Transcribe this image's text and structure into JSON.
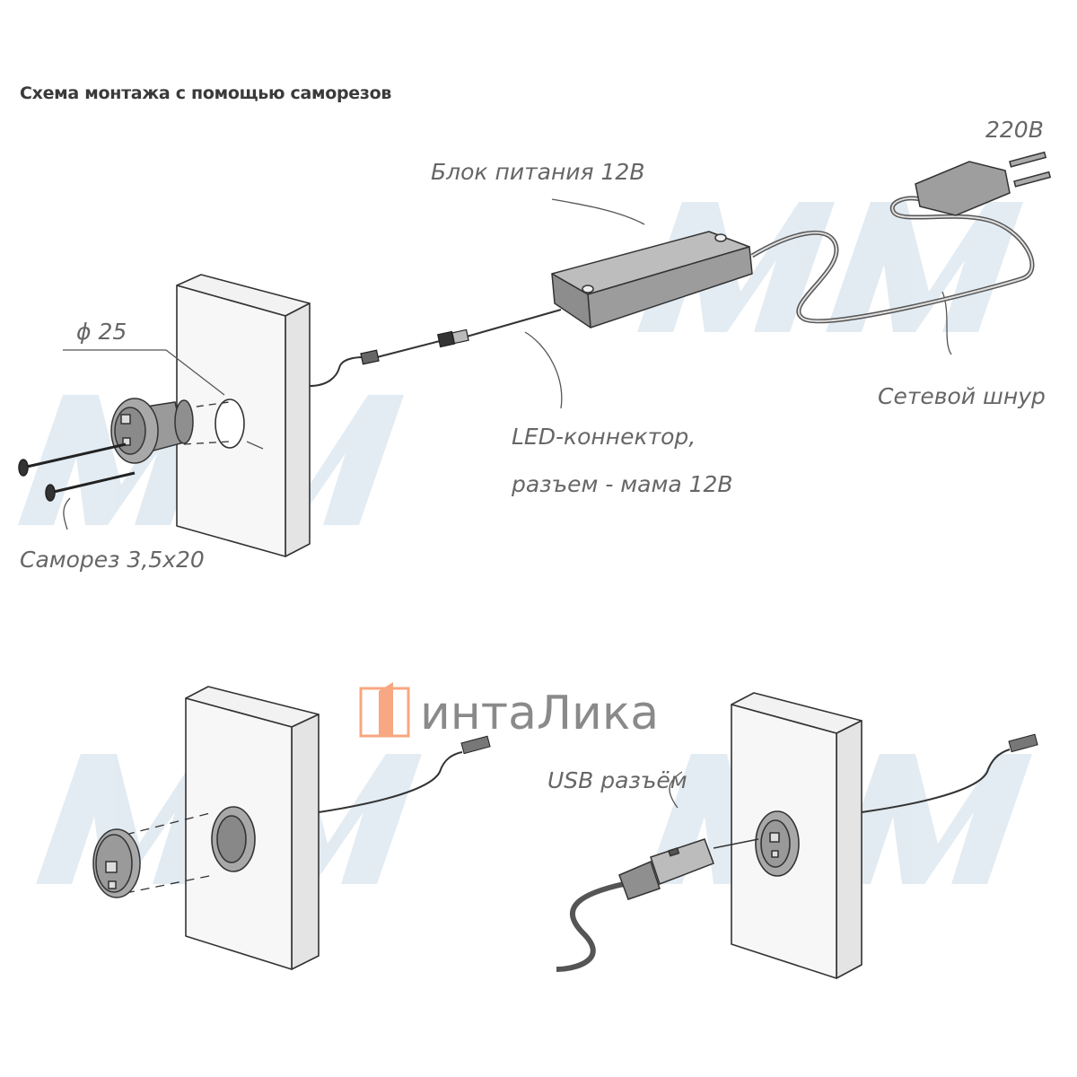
{
  "title": "Схема монтажа с помощью саморезов",
  "labels": {
    "voltage_220": "220В",
    "power_supply": "Блок питания 12В",
    "diameter": "ϕ 25",
    "network_cord": "Сетевой шнур",
    "led_connector_line1": "LED-коннектор,",
    "led_connector_line2": "разъем - мама 12В",
    "screw": "Саморез 3,5х20",
    "usb_connector": "USB разъём"
  },
  "logo": {
    "text": "интаЛика",
    "accent_color": "#f7a781"
  },
  "watermark": {
    "text": "MM",
    "color": "#dce7f0"
  },
  "colors": {
    "outline": "#333333",
    "label": "#666666",
    "device": "#8a8a8a"
  }
}
